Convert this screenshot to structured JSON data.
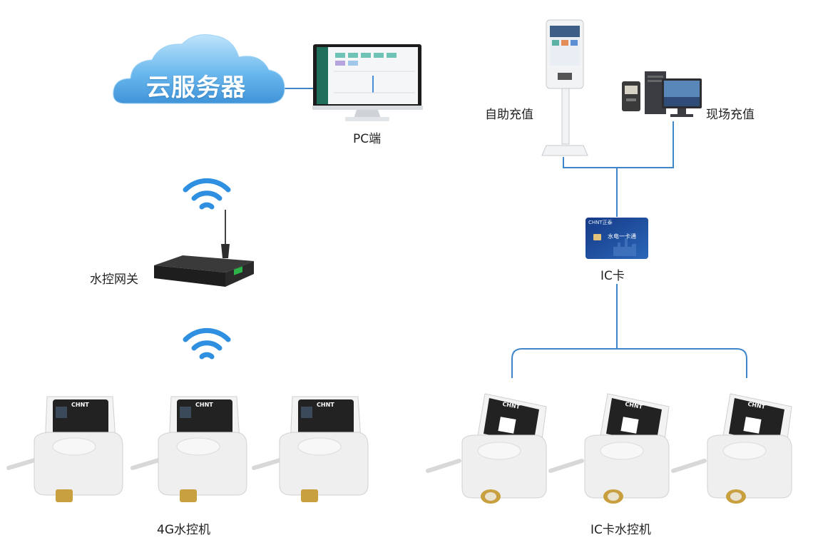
{
  "cloud": {
    "label": "云服务器"
  },
  "pc": {
    "label": "PC端"
  },
  "kiosk": {
    "label": "自助充值"
  },
  "desktop": {
    "label": "现场充值"
  },
  "gateway": {
    "label": "水控网关"
  },
  "card": {
    "label": "IC卡",
    "brand": "CHNT正泰",
    "text": "水电一卡通"
  },
  "meters_4g": {
    "label": "4G水控机",
    "brand": "CHNT"
  },
  "meters_ic": {
    "label": "IC卡水控机",
    "brand": "CHNT"
  },
  "colors": {
    "line": "#3f86c8",
    "wifi": "#2f8fe0",
    "cloud": "#5fb3ee",
    "card": "#1a3f8f"
  }
}
